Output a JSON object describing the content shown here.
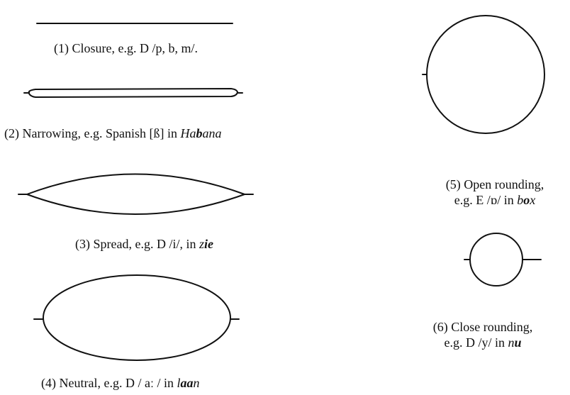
{
  "ink_color": "#111111",
  "shapes": [
    {
      "id": "closure",
      "number": "(1)",
      "name": "Closure,",
      "example": "e.g. D /p, b, m/."
    },
    {
      "id": "narrowing",
      "number": "(2)",
      "name": "Narrowing,",
      "example_prefix": "e.g. Spanish [ß] in ",
      "word_part1": "Ha",
      "word_bold": "b",
      "word_part2": "ana"
    },
    {
      "id": "spread",
      "number": "(3)",
      "name": "Spread,",
      "example_prefix": "e.g. D /i/, in ",
      "word_plain": "z",
      "word_bold": "ie"
    },
    {
      "id": "neutral",
      "number": "(4)",
      "name": "Neutral,",
      "example_prefix": "e.g. D / aː /  in ",
      "word_plain": "l",
      "word_bold": "aa",
      "word_plain2": "n"
    },
    {
      "id": "open-rounding",
      "number": "(5)",
      "name": "Open rounding,",
      "example_prefix": "e.g. E /ɒ/ in ",
      "word_plain": "b",
      "word_bold": "o",
      "word_plain2": "x"
    },
    {
      "id": "close-rounding",
      "number": "(6)",
      "name": "Close rounding,",
      "example_prefix": "e.g. D /y/  in ",
      "word_plain": "n",
      "word_bold": "u"
    }
  ]
}
